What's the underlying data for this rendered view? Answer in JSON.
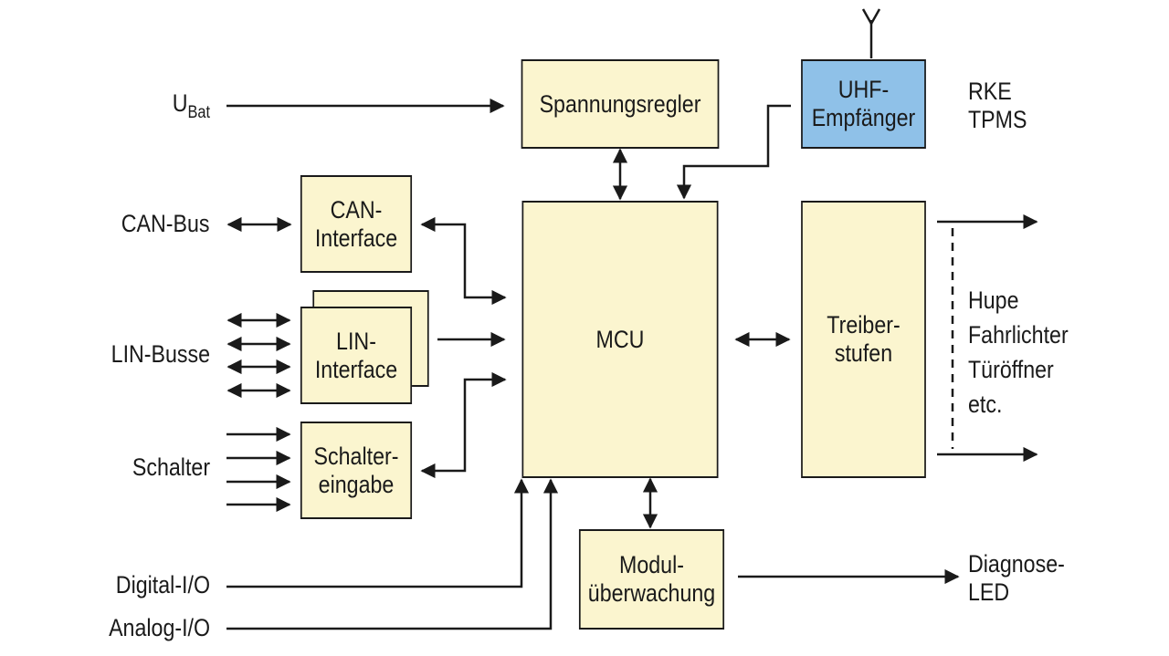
{
  "blocks": {
    "spannungsregler": [
      "Spannungsregler"
    ],
    "uhf": [
      "UHF-",
      "Empfänger"
    ],
    "can": [
      "CAN-",
      "Interface"
    ],
    "lin": [
      "LIN-",
      "Interface"
    ],
    "schalter": [
      "Schalter-",
      "eingabe"
    ],
    "mcu": [
      "MCU"
    ],
    "treiber": [
      "Treiber-",
      "stufen"
    ],
    "modul": [
      "Modul-",
      "überwachung"
    ]
  },
  "labels": {
    "ubat_main": "U",
    "ubat_sub": "Bat",
    "can_bus": "CAN-Bus",
    "lin_busse": "LIN-Busse",
    "schalter": "Schalter",
    "digital_io": "Digital-I/O",
    "analog_io": "Analog-I/O",
    "rke": "RKE",
    "tpms": "TPMS",
    "outputs": [
      "Hupe",
      "Fahrlichter",
      "Türöffner",
      "etc."
    ],
    "diagnose": [
      "Diagnose-",
      "LED"
    ]
  },
  "colors": {
    "block_fill": "#fbf5cf",
    "uhf_fill": "#8fc1e8",
    "line": "#1a1a1a"
  }
}
